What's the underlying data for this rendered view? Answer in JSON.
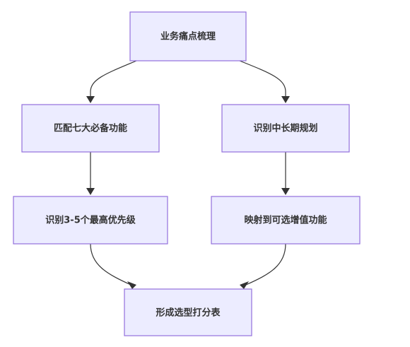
{
  "diagram": {
    "type": "flowchart",
    "nodes": [
      {
        "id": "A",
        "label": "业务痛点梳理"
      },
      {
        "id": "B",
        "label": "匹配七大必备功能"
      },
      {
        "id": "C",
        "label": "识别中长期规划"
      },
      {
        "id": "D",
        "label": "识别3-5个最高优先级"
      },
      {
        "id": "E",
        "label": "映射到可选增值功能"
      },
      {
        "id": "F",
        "label": "形成选型打分表"
      }
    ],
    "edges": [
      {
        "from": "A",
        "to": "B"
      },
      {
        "from": "A",
        "to": "C"
      },
      {
        "from": "B",
        "to": "D"
      },
      {
        "from": "C",
        "to": "E"
      },
      {
        "from": "D",
        "to": "F"
      },
      {
        "from": "E",
        "to": "F"
      }
    ],
    "colors": {
      "node_fill": "#ECECFF",
      "node_stroke": "#9370DB",
      "edge": "#333333",
      "text": "#333333"
    }
  }
}
